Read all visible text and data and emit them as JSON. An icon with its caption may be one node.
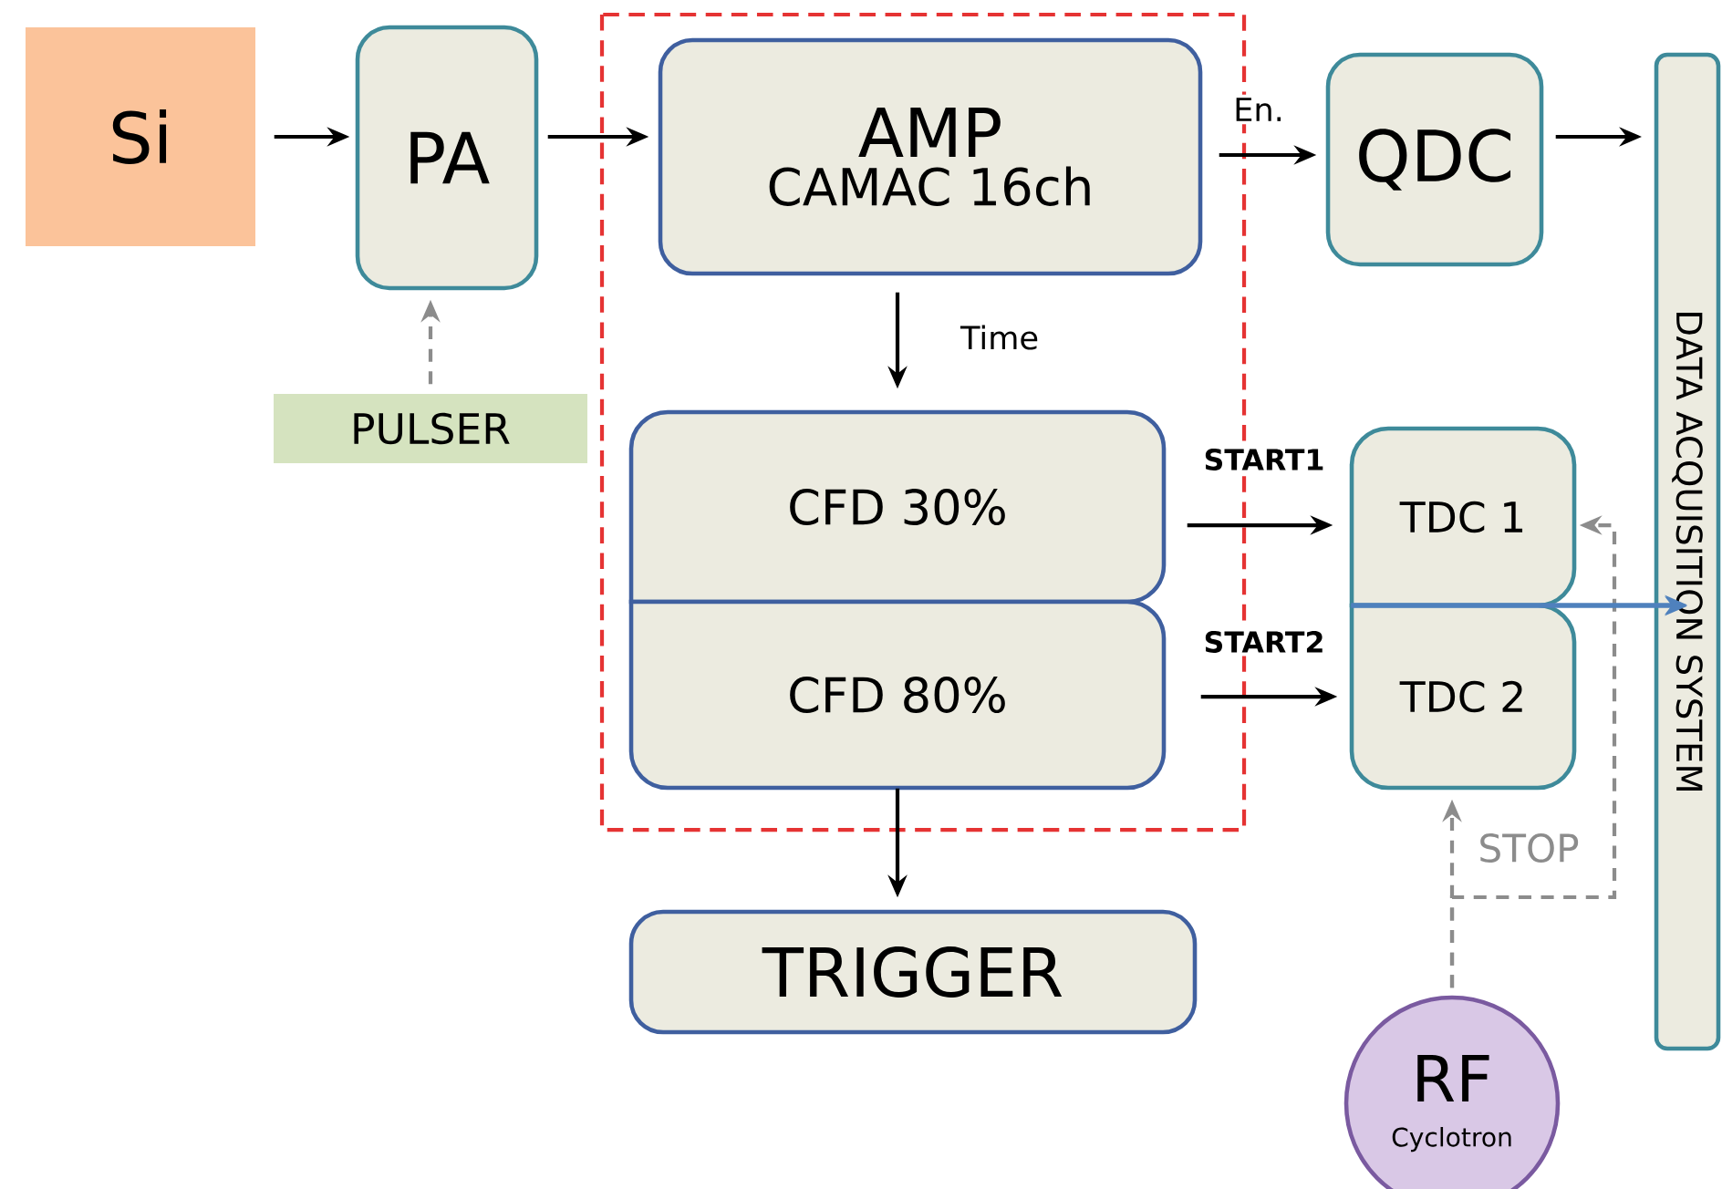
{
  "diagram": {
    "nodes": [
      {
        "text": [
          "Si"
        ]
      },
      {
        "text": [
          "PA"
        ]
      },
      {
        "text": [
          "PULSER"
        ]
      },
      {
        "text": [],
        "shape": "box"
      },
      {
        "text": [
          "AMP",
          "CAMAC 16ch"
        ],
        "in": 3
      },
      {
        "text": [
          "CFD 30%"
        ],
        "in": 3
      },
      {
        "text": [
          "CFD 80%"
        ],
        "in": 3
      },
      {
        "text": [
          "TRIGGER"
        ]
      },
      {
        "text": [
          "QDC"
        ]
      },
      {
        "text": [
          "TDC 1"
        ]
      },
      {
        "text": [
          "TDC 2"
        ]
      },
      {
        "text": [
          "DATA ACQUISITION SYSTEM"
        ]
      },
      {
        "text": [
          "RF",
          "Cyclotron"
        ]
      }
    ],
    "edges": [
      {
        "from": 0,
        "to": 1,
        "arrow": "to"
      },
      {
        "from": 1,
        "to": 4,
        "arrow": "to"
      },
      {
        "from": 2,
        "to": 1,
        "arrow": "to",
        "style": "dashed",
        "color": "#8c8c8c"
      },
      {
        "from": 4,
        "to": 5,
        "arrow": "to",
        "label": "Time"
      },
      {
        "from": 4,
        "to": 8,
        "arrow": "to",
        "label": "En."
      },
      {
        "from": 8,
        "to": 11,
        "arrow": "to"
      },
      {
        "from": 5,
        "to": 9,
        "arrow": "to",
        "label": "START1"
      },
      {
        "from": 6,
        "to": 10,
        "arrow": "to",
        "label": "START2"
      },
      {
        "from": 6,
        "to": 7,
        "arrow": "to"
      },
      {
        "from": 12,
        "to": 10,
        "arrow": "to",
        "style": "dashed",
        "color": "#8c8c8c",
        "label": "STOP"
      },
      {
        "from": 12,
        "to": 9,
        "arrow": "to",
        "style": "dashed",
        "color": "#8c8c8c"
      },
      {
        "from": 9,
        "to": 11,
        "arrow": "to",
        "color": "#4f81bd"
      },
      {
        "from": 10,
        "to": 11,
        "arrow": "to",
        "color": "#4f81bd"
      }
    ]
  }
}
